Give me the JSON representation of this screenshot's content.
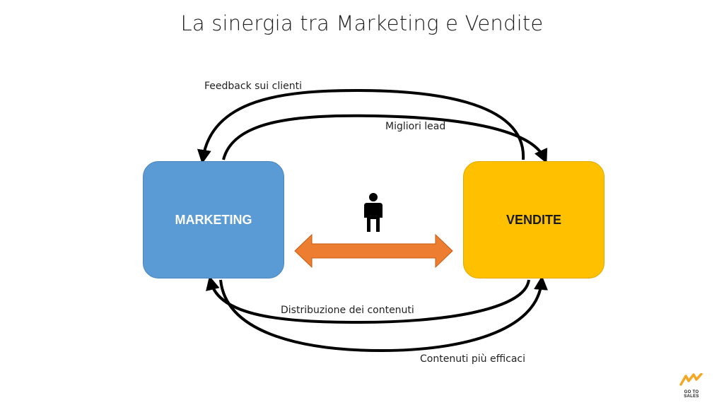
{
  "title": "La sinergia tra Marketing e Vendite",
  "boxes": {
    "marketing": {
      "label": "MARKETING",
      "color": "#5b9bd5"
    },
    "vendite": {
      "label": "VENDITE",
      "color": "#ffc000"
    }
  },
  "flows": {
    "feedback": "Feedback sui clienti",
    "lead": "Migliori lead",
    "distribuzione": "Distribuzione dei contenuti",
    "contenuti": "Contenuti più efficaci"
  },
  "center": {
    "arrow_color": "#ed7d31",
    "icon": "person-icon"
  },
  "logo": {
    "text": "GO TO SALES",
    "accent": "#f5a623",
    "icon": "logo-icon"
  }
}
